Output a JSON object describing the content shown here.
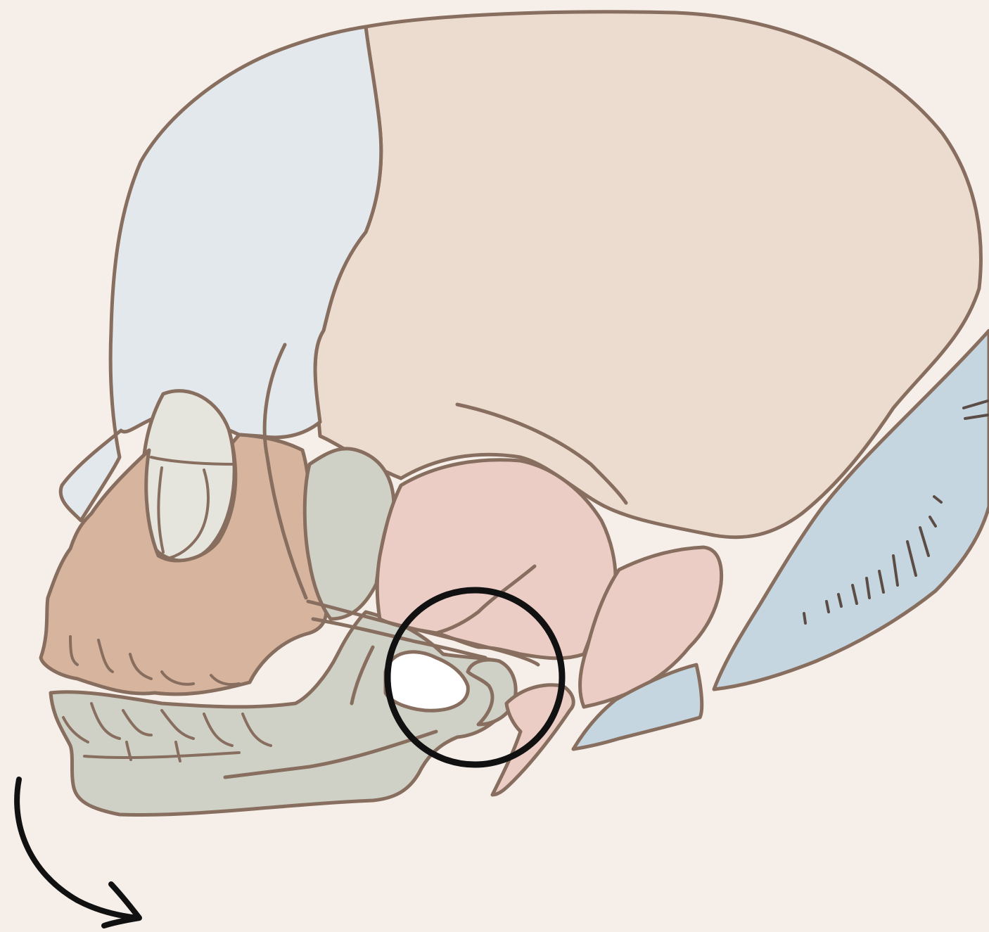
{
  "diagram": {
    "subject": "",
    "background": "#f5eee9",
    "outline_color": "#876e5f",
    "regions": [
      {
        "name": "frontal-bone",
        "color": "#e3e8ec"
      },
      {
        "name": "parietal-bone",
        "color": "#ecdcd0"
      },
      {
        "name": "maxilla",
        "color": "#d7b49d"
      },
      {
        "name": "mandible",
        "color": "#d0d1c6"
      },
      {
        "name": "temporal-squama",
        "color": "#eccdc6"
      },
      {
        "name": "occipital-bone",
        "color": "#c6d6e0"
      },
      {
        "name": "ear-canal",
        "color": "#ffffff"
      }
    ],
    "markers": [
      {
        "name": "highlight-circle",
        "color": "#111111"
      },
      {
        "name": "rotation-arrow",
        "color": "#111111"
      }
    ]
  }
}
